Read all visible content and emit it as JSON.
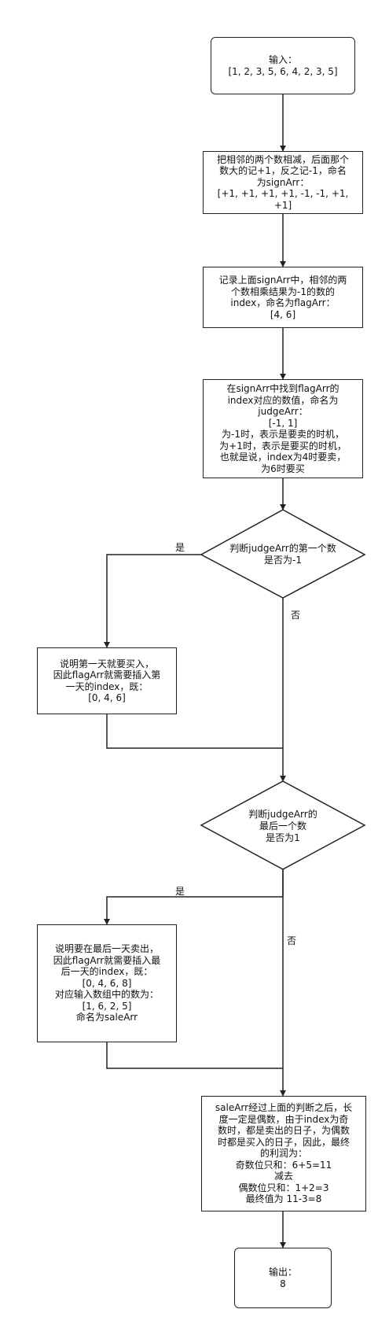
{
  "nodes": {
    "input": [
      "输入：",
      "[1, 2, 3, 5, 6, 4, 2, 3, 5]"
    ],
    "sign": [
      "把相邻的两个数相减，后面那个",
      "数大的记+1，反之记-1，命名",
      "为signArr：",
      "[+1, +1, +1, +1, -1, -1, +1,",
      "+1]"
    ],
    "flag": [
      "记录上面signArr中，相邻的两",
      "个数相乘结果为-1的数的",
      "index，命名为flagArr：",
      "[4, 6]"
    ],
    "judge": [
      "在signArr中找到flagArr的",
      "index对应的数值，命名为",
      "judgeArr：",
      "[-1, 1]",
      "为-1时，表示是要卖的时机，",
      "为+1时，表示是要买的时机，",
      "也就是说，index为4时要卖，",
      "为6时要买"
    ],
    "decision1": [
      "判断judgeArr的第一个数",
      "是否为-1"
    ],
    "buy_first": [
      "说明第一天就要买入，",
      "因此flagArr就需要插入第",
      "一天的index，既：",
      "[0, 4, 6]"
    ],
    "decision2": [
      "判断judgeArr的",
      "最后一个数",
      "是否为1"
    ],
    "sell_last": [
      "说明要在最后一天卖出，",
      "因此flagArr就需要插入最",
      "后一天的index，既：",
      "[0, 4, 6, 8]",
      "对应输入数组中的数为：",
      "[1, 6, 2, 5]",
      "命名为saleArr"
    ],
    "result": [
      "saleArr经过上面的判断之后，长",
      "度一定是偶数，由于index为奇",
      "数时，都是卖出的日子，为偶数",
      "时都是买入的日子，因此，最终",
      "的利润为：",
      "奇数位只和：6+5=11",
      "减去",
      "偶数位只和：1+2=3",
      "最终值为 11-3=8"
    ],
    "output": [
      "输出：",
      "8"
    ]
  },
  "labels": {
    "d1_yes": "是",
    "d1_no": "否",
    "d2_yes": "是",
    "d2_no": "否"
  }
}
